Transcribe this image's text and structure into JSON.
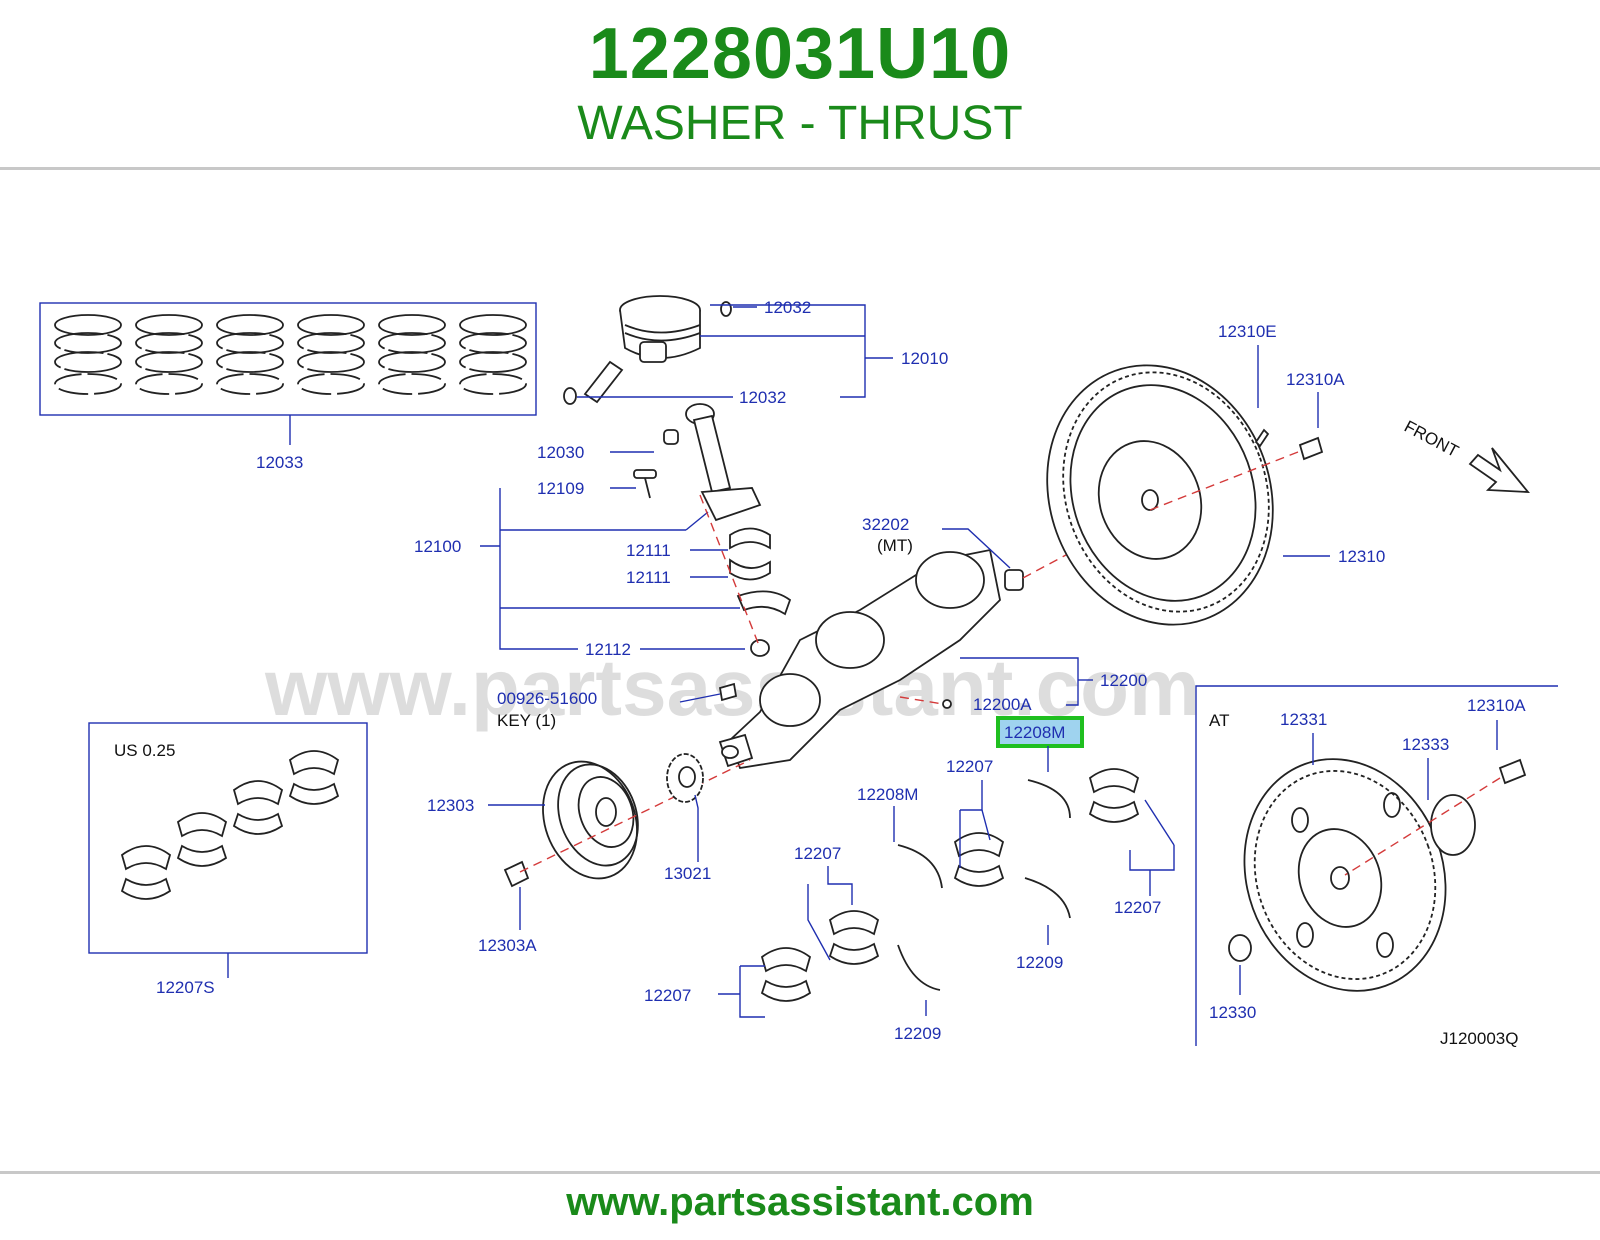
{
  "header": {
    "part_number": "1228031U10",
    "part_name": "WASHER - THRUST"
  },
  "footer": {
    "url": "www.partsassistant.com"
  },
  "watermark": "www.partsassistant.com",
  "diagram": {
    "code": "J120003Q",
    "labels": {
      "l12032a": "12032",
      "l12010": "12010",
      "l12032b": "12032",
      "l12033": "12033",
      "l12030": "12030",
      "l12109": "12109",
      "l12100": "12100",
      "l12111a": "12111",
      "l12111b": "12111",
      "l12112": "12112",
      "l32202": "32202",
      "l32202mt": "(MT)",
      "l12310e": "12310E",
      "l12310a": "12310A",
      "l12310": "12310",
      "front": "FRONT",
      "l12200": "12200",
      "l12200a": "12200A",
      "l12208m_hl": "12208M",
      "l00926": "00926-51600",
      "lkey": "KEY   (1)",
      "lus": "US   0.25",
      "l12207s": "12207S",
      "l12303": "12303",
      "l13021": "13021",
      "l12303a": "12303A",
      "l12207a": "12207",
      "l12208m": "12208M",
      "l12207b": "12207",
      "l12207c": "12207",
      "l12207d": "12207",
      "l12209a": "12209",
      "l12209b": "12209",
      "lat": "AT",
      "l12331": "12331",
      "l12333": "12333",
      "l12310a2": "12310A",
      "l12330": "12330"
    }
  }
}
